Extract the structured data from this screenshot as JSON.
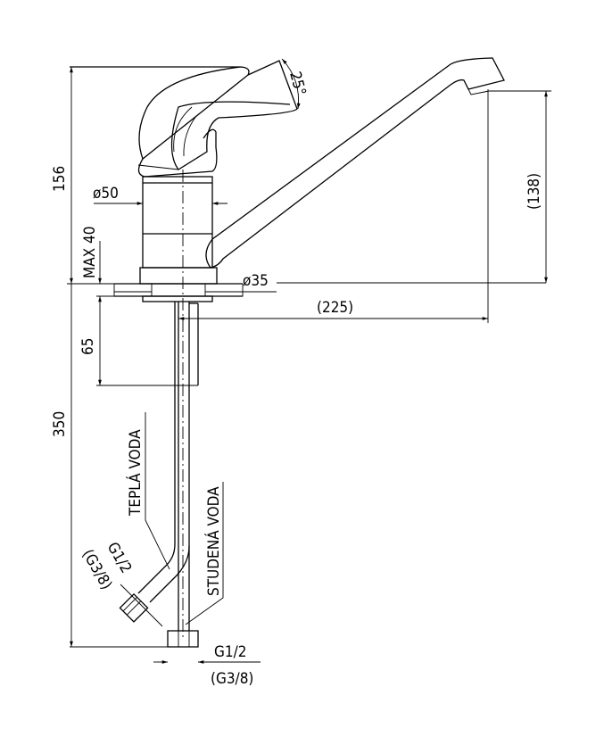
{
  "title": "Single-lever sink mixer technical drawing",
  "dimensions": {
    "total_height": "156",
    "lever_angle": "25°",
    "body_diameter": "ø50",
    "max_counter_thickness": "MAX  40",
    "hole_diameter": "ø35",
    "spout_reach": "(225)",
    "spout_height": "(138)",
    "side_pipe_length": "65",
    "hose_length": "350"
  },
  "labels": {
    "hot_water": "TEPLÁ VODA",
    "cold_water": "STUDENÁ VODA",
    "hot_thread_main": "G1/2",
    "hot_thread_alt": "(G3/8)",
    "cold_thread_main": "G1/2",
    "cold_thread_alt": "(G3/8)"
  }
}
